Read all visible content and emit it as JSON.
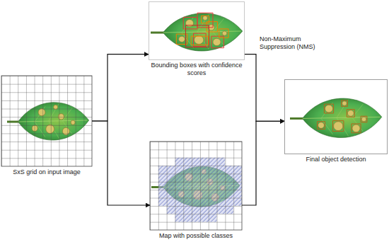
{
  "diagram": {
    "nodes": [
      {
        "text": [
          "SxS grid on input image"
        ]
      },
      {
        "text": [
          "Bounding boxes with confidence scores"
        ]
      },
      {
        "text": [
          "Map with possible classes"
        ]
      },
      {
        "text": [
          "Final object detection"
        ]
      }
    ],
    "edges": [
      {
        "from": 0,
        "to": 1,
        "arrow": "to"
      },
      {
        "from": 0,
        "to": 2,
        "arrow": "to"
      },
      {
        "from": 1,
        "to": 3,
        "arrow": "to",
        "label": "Non-Maximum Suppression (NMS)"
      },
      {
        "from": 2,
        "to": 3,
        "arrow": "to"
      }
    ]
  }
}
